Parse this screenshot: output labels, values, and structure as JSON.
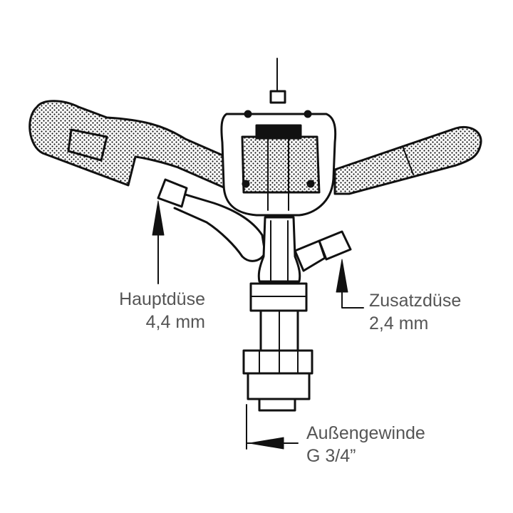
{
  "labels": {
    "main_nozzle": {
      "name": "Hauptdüse",
      "size": "4,4 mm"
    },
    "extra_nozzle": {
      "name": "Zusatzdüse",
      "size": "2,4 mm"
    },
    "thread": {
      "name": "Außengewinde",
      "size": "G 3/4”"
    }
  },
  "colors": {
    "ink": "#111111",
    "label": "#555555",
    "background": "#ffffff"
  }
}
